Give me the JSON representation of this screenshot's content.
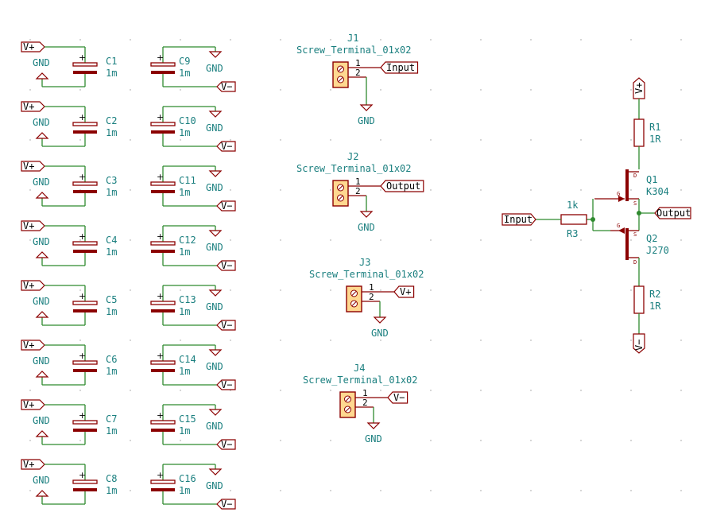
{
  "schematic": {
    "net_labels": {
      "vplus": "V+",
      "vminus": "V−",
      "gnd": "GND",
      "input": "Input",
      "output": "Output"
    },
    "cap_left": [
      {
        "ref": "C1",
        "value": "1m"
      },
      {
        "ref": "C2",
        "value": "1m"
      },
      {
        "ref": "C3",
        "value": "1m"
      },
      {
        "ref": "C4",
        "value": "1m"
      },
      {
        "ref": "C5",
        "value": "1m"
      },
      {
        "ref": "C6",
        "value": "1m"
      },
      {
        "ref": "C7",
        "value": "1m"
      },
      {
        "ref": "C8",
        "value": "1m"
      }
    ],
    "cap_right": [
      {
        "ref": "C9",
        "value": "1m"
      },
      {
        "ref": "C10",
        "value": "1m"
      },
      {
        "ref": "C11",
        "value": "1m"
      },
      {
        "ref": "C12",
        "value": "1m"
      },
      {
        "ref": "C13",
        "value": "1m"
      },
      {
        "ref": "C14",
        "value": "1m"
      },
      {
        "ref": "C15",
        "value": "1m"
      },
      {
        "ref": "C16",
        "value": "1m"
      }
    ],
    "terminals": [
      {
        "ref": "J1",
        "value": "Screw_Terminal_01x02",
        "pin1": "1",
        "pin2": "2",
        "pin1_net": "Input",
        "pin2_net": "GND"
      },
      {
        "ref": "J2",
        "value": "Screw_Terminal_01x02",
        "pin1": "1",
        "pin2": "2",
        "pin1_net": "Output",
        "pin2_net": "GND"
      },
      {
        "ref": "J3",
        "value": "Screw_Terminal_01x02",
        "pin1": "1",
        "pin2": "2",
        "pin1_net": "V+",
        "pin2_net": "GND"
      },
      {
        "ref": "J4",
        "value": "Screw_Terminal_01x02",
        "pin1": "1",
        "pin2": "2",
        "pin1_net": "V−",
        "pin2_net": "GND"
      }
    ],
    "amp": {
      "r1": {
        "ref": "R1",
        "value": "1R"
      },
      "r2": {
        "ref": "R2",
        "value": "1R"
      },
      "r3": {
        "ref": "R3",
        "value": "1k"
      },
      "q1": {
        "ref": "Q1",
        "value": "K304"
      },
      "q2": {
        "ref": "Q2",
        "value": "J270"
      },
      "pin_g": "G",
      "pin_d": "D",
      "pin_s": "S"
    }
  }
}
